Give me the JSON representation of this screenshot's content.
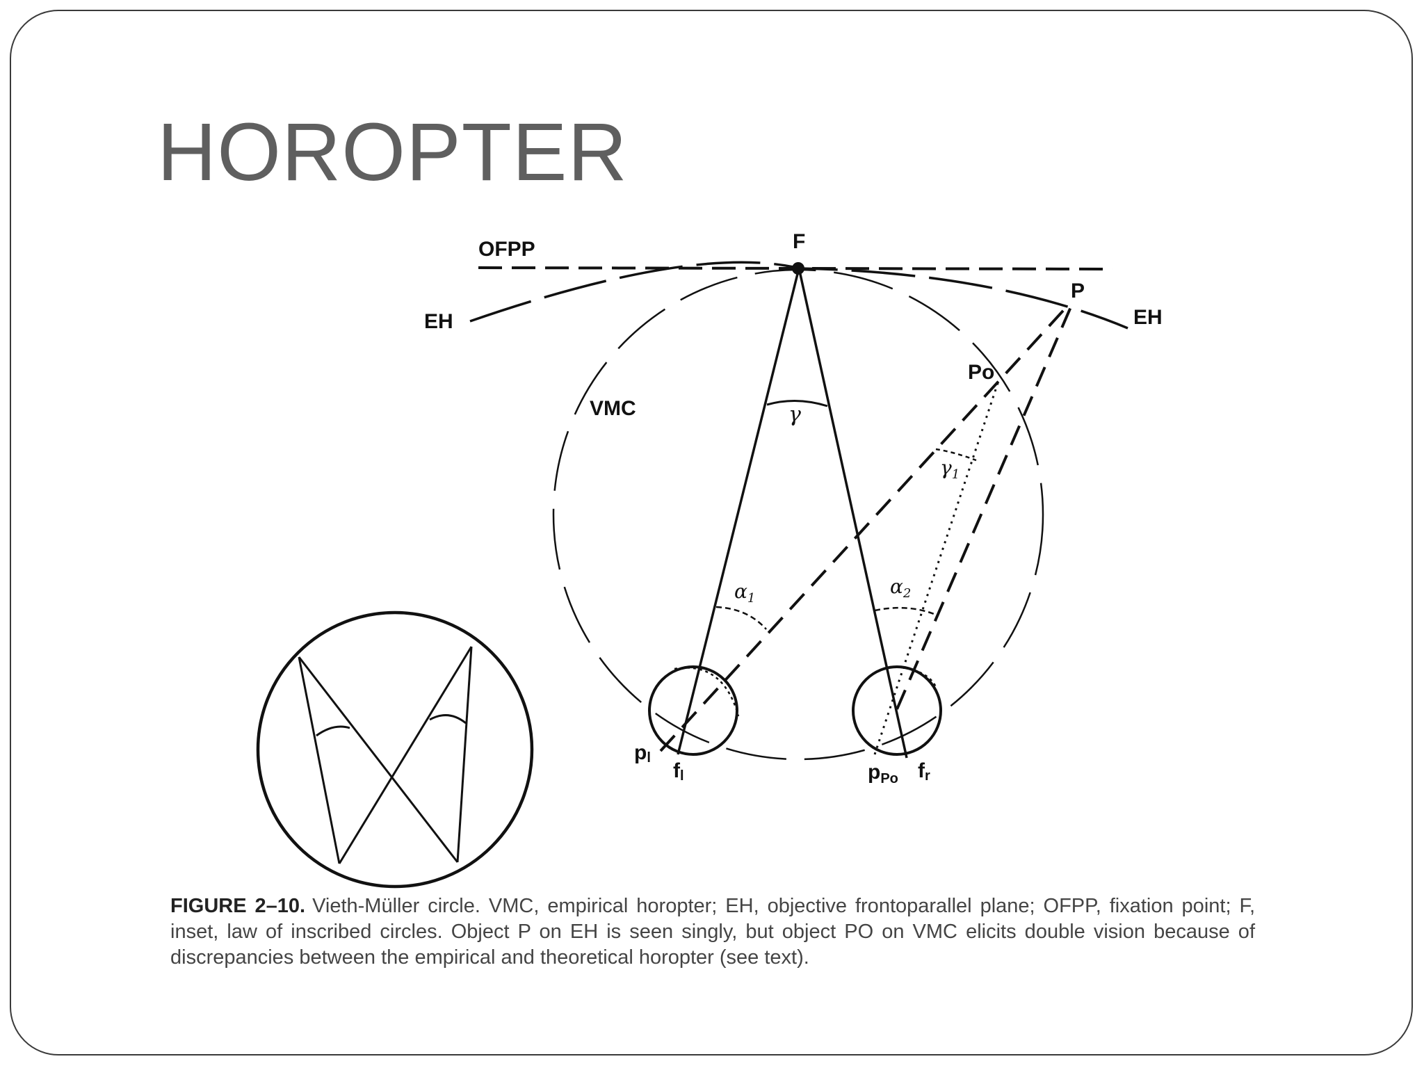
{
  "slide": {
    "title": "HOROPTER"
  },
  "diagram": {
    "labels": {
      "ofpp": "OFPP",
      "f": "F",
      "eh_left": "EH",
      "eh_right": "EH",
      "p": "P",
      "po": "Po",
      "vmc": "VMC",
      "gamma": "γ",
      "gamma1": "γ",
      "gamma1_sub": "1",
      "alpha1": "α",
      "alpha1_sub": "1",
      "alpha2": "α",
      "alpha2_sub": "2",
      "pl": "p",
      "pl_sub": "l",
      "fl": "f",
      "fl_sub": "l",
      "ppo": "p",
      "ppo_sub": "Po",
      "fr": "f",
      "fr_sub": "r"
    }
  },
  "caption": {
    "figure_label": "FIGURE 2–10.",
    "text": "Vieth-Müller circle. VMC, empirical horopter; EH, objective frontoparallel plane; OFPP, fixation point; F, inset, law of inscribed circles. Object P on EH is seen singly, but object PO on VMC elicits double vision because of discrepancies between the empirical and theoretical horopter (see text)."
  }
}
